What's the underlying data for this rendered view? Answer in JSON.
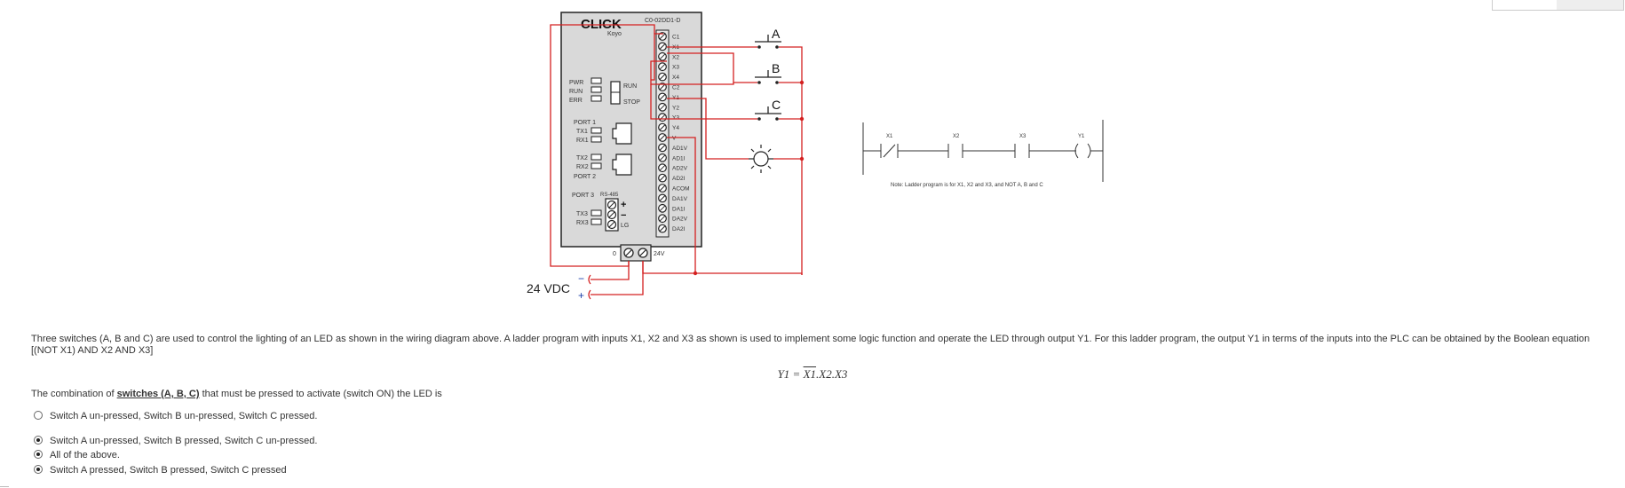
{
  "plc": {
    "brand": "CLICK",
    "maker": "Koyo",
    "model": "C0-02DD1-D",
    "leds": [
      "PWR",
      "RUN",
      "ERR"
    ],
    "run_label": "RUN",
    "stop_label": "STOP",
    "port1": "PORT 1",
    "tx1": "TX1",
    "rx1": "RX1",
    "tx2": "TX2",
    "rx2": "RX2",
    "port2": "PORT 2",
    "port3": "PORT 3",
    "rs485": "RS-485",
    "tx3": "TX3",
    "rx3": "RX3",
    "plus": "+",
    "minus": "−",
    "lg": "LG",
    "terminals": [
      "C1",
      "X1",
      "X2",
      "X3",
      "X4",
      "C2",
      "Y1",
      "Y2",
      "Y3",
      "Y4",
      "V",
      "AD1V",
      "AD1I",
      "AD2V",
      "AD2I",
      "ACOM",
      "DA1V",
      "DA1I",
      "DA2V",
      "DA2I"
    ],
    "zero_label": "0",
    "v24_label": "24V"
  },
  "switches": [
    "A",
    "B",
    "C"
  ],
  "supply": {
    "label": "24 VDC",
    "minus": "−",
    "plus": "+"
  },
  "ladder": {
    "contacts": [
      "X1",
      "X2",
      "X3"
    ],
    "coil": "Y1",
    "note": "Note: Ladder program is for X1, X2 and X3, and NOT A, B and C"
  },
  "question": {
    "text": "Three switches (A, B and C) are used to control the lighting of an LED as shown in the wiring diagram above. A ladder program with inputs X1, X2 and X3 as shown is used to implement some logic function and operate the LED through output Y1. For this ladder program, the output Y1 in terms of the inputs into the PLC can be obtained by the Boolean equation [(NOT X1) AND X2 AND X3]",
    "formula_lhs": "Y1 = ",
    "formula_bar": "X1",
    "formula_rest": ".X2.X3",
    "prompt_before": "The combination of ",
    "prompt_link": "switches (A, B, C)",
    "prompt_after": " that must be pressed to activate (switch ON) the LED is"
  },
  "options": [
    {
      "label": "Switch A un-pressed, Switch B un-pressed, Switch C pressed.",
      "selected": false
    },
    {
      "label": "Switch A un-pressed, Switch B pressed, Switch C un-pressed.",
      "selected": true
    },
    {
      "label": "All of the above.",
      "selected": true
    },
    {
      "label": "Switch A pressed, Switch B pressed, Switch C pressed",
      "selected": true
    }
  ],
  "colors": {
    "wire": "#d42020",
    "plc_body": "#d9d9d9",
    "plc_outline": "#222222",
    "ladder": "#333333"
  }
}
